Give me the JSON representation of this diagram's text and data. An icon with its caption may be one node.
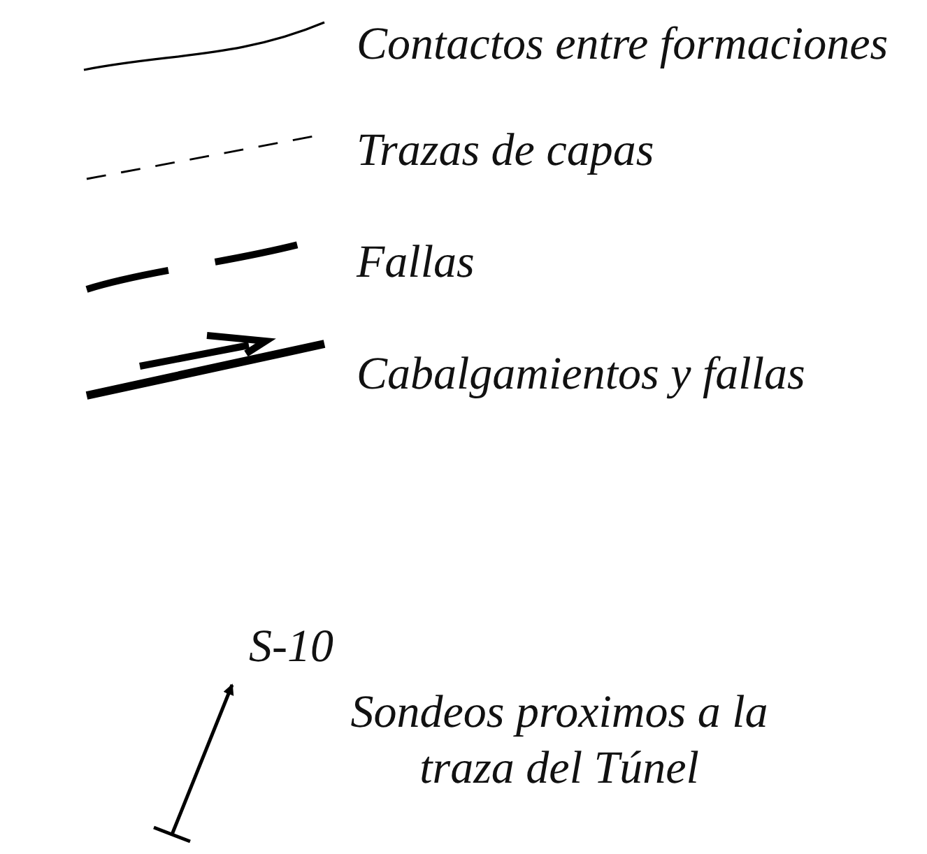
{
  "diagram": {
    "labels": [
      "S-10"
    ],
    "legend": [
      {
        "text": "Contactos entre formaciones"
      },
      {
        "text": "Trazas de capas"
      },
      {
        "text": "Fallas"
      },
      {
        "text": "Cabalgamientos y fallas"
      },
      {
        "text": "Sondeos proximos a la traza del Túnel"
      }
    ]
  }
}
